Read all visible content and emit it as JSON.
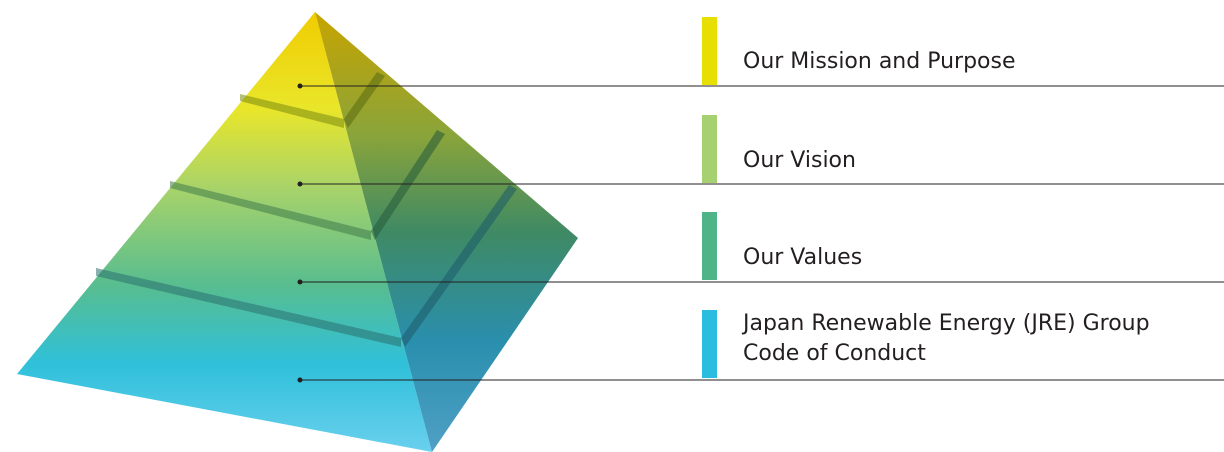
{
  "tiers": [
    {
      "label": "Our Mission and Purpose",
      "accent": "#e6df00"
    },
    {
      "label": "Our Vision",
      "accent": "#a6d170"
    },
    {
      "label": "Our Values",
      "accent": "#4fb487"
    },
    {
      "label_lines": [
        "Japan Renewable Energy (JRE) Group",
        "Code of Conduct"
      ],
      "accent": "#2bbde0"
    }
  ]
}
